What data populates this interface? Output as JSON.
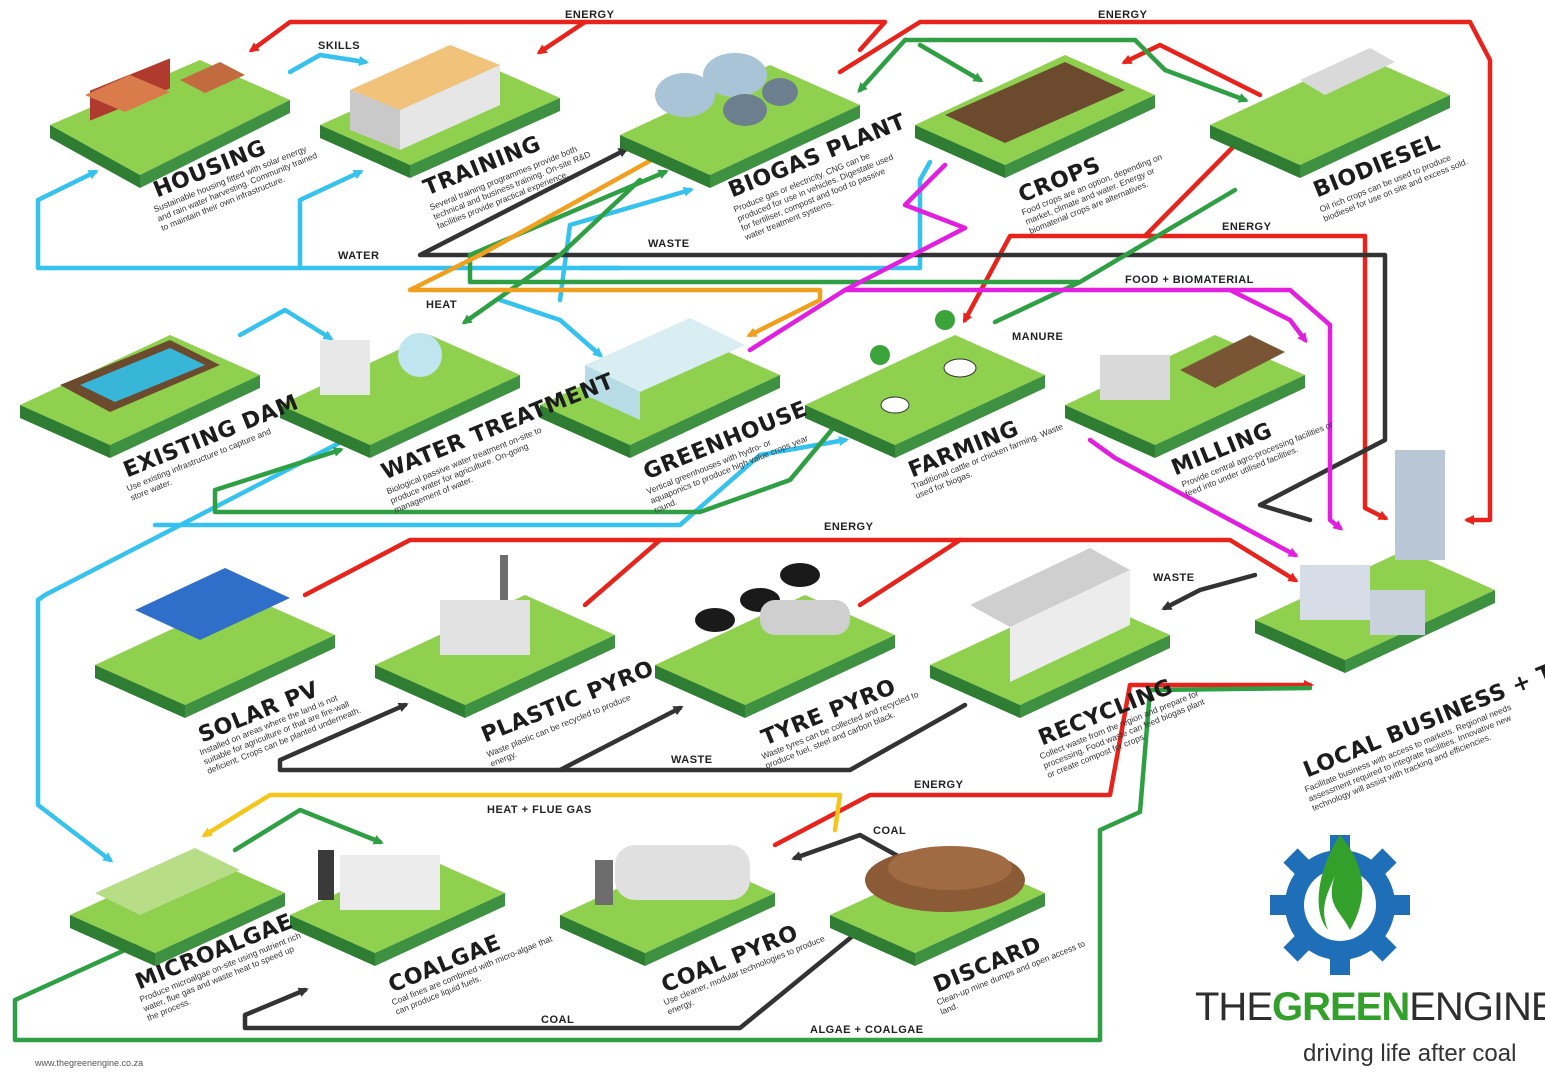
{
  "nodes": {
    "housing": {
      "title": "HOUSING",
      "desc": "Sustainable housing fitted with solar energy and rain water harvesting. Community trained to maintain their own infrastructure."
    },
    "training": {
      "title": "TRAINING",
      "desc": "Several training programmes provide both technical and business training. On-site R&D facilities provide practical experience."
    },
    "biogas": {
      "title": "BIOGAS PLANT",
      "desc": "Produce gas or electricity. CNG can be produced for use in vehicles. Digestate used for fertiliser, compost and food to passive water treatment systems."
    },
    "crops": {
      "title": "CROPS",
      "desc": "Food crops are an option, depending on market, climate and water. Energy or biomaterial crops are alternatives."
    },
    "biodiesel": {
      "title": "BIODIESEL",
      "desc": "Oil rich crops can be used to produce biodiesel for use on site and excess sold."
    },
    "dam": {
      "title": "EXISTING DAM",
      "desc": "Use existing infrastructure to capture and store water."
    },
    "water_treatment": {
      "title": "WATER TREATMENT",
      "desc": "Biological passive water treatment on-site to produce water for agriculture. On-going management of water."
    },
    "greenhouse": {
      "title": "GREENHOUSE",
      "desc": "Vertical greenhouses with hydro- or aquaponics to produce high value crops year round."
    },
    "farming": {
      "title": "FARMING",
      "desc": "Traditional cattle or chicken farming. Waste used for biogas."
    },
    "milling": {
      "title": "MILLING",
      "desc": "Provide central agro-processing facilities or feed into under utilised facilities."
    },
    "solar": {
      "title": "SOLAR PV",
      "desc": "Installed on areas where the land is not suitable for agriculture or that are fire-wall deficient. Crops can be planted underneath."
    },
    "plastic": {
      "title": "PLASTIC PYRO",
      "desc": "Waste plastic can be recycled to produce energy."
    },
    "tyre": {
      "title": "TYRE PYRO",
      "desc": "Waste tyres can be collected and recycled to produce fuel, steel and carbon black."
    },
    "recycling": {
      "title": "RECYCLING",
      "desc": "Collect waste from the region and prepare for processing. Food waste can feed biogas plant or create compost for crops."
    },
    "town": {
      "title": "LOCAL BUSINESS + TOWN",
      "desc": "Facilitate business with access to markets. Regional needs assessment required to integrate facilities. Innovative new technology will assist with tracking and efficiencies."
    },
    "microalgae": {
      "title": "MICROALGAE",
      "desc": "Produce microalgae on-site using nutrient rich water, flue gas and waste heat to speed up the process."
    },
    "coalgae": {
      "title": "COALGAE",
      "desc": "Coal fines are combined with micro-algae that can produce liquid fuels."
    },
    "coalpyro": {
      "title": "COAL PYRO",
      "desc": "Use cleaner, modular technologies to produce energy."
    },
    "discard": {
      "title": "DISCARD",
      "desc": "Clean-up mine dumps and open access to land."
    }
  },
  "flow_labels": {
    "energy_top_left": "ENERGY",
    "energy_top_right": "ENERGY",
    "skills": "SKILLS",
    "water": "WATER",
    "waste_mid": "WASTE",
    "heat": "HEAT",
    "energy_right": "ENERGY",
    "food_biomaterial": "FOOD + BIOMATERIAL",
    "manure": "MANURE",
    "energy_middle": "ENERGY",
    "waste_recycling": "WASTE",
    "waste_lower": "WASTE",
    "heat_flue_gas": "HEAT + FLUE GAS",
    "energy_lower": "ENERGY",
    "coal_discard": "COAL",
    "coal_bottom": "COAL",
    "algae_coalgae": "ALGAE + COALGAE"
  },
  "brand": {
    "the": "THE",
    "green": "GREEN",
    "engine": "ENGINE",
    "tagline": "driving life after coal",
    "website": "www.thegreenengine.co.za"
  },
  "colors": {
    "energy": "#e8231c",
    "water": "#35c2ee",
    "waste": "#333333",
    "biomass": "#2ea043",
    "heat": "#f0a01e",
    "food": "#e21ee0",
    "flue": "#f5c518",
    "platform_top": "#8fd14f",
    "platform_side": "#2e7d32",
    "logo_blue": "#1f6fb8",
    "logo_green": "#33a02c"
  }
}
